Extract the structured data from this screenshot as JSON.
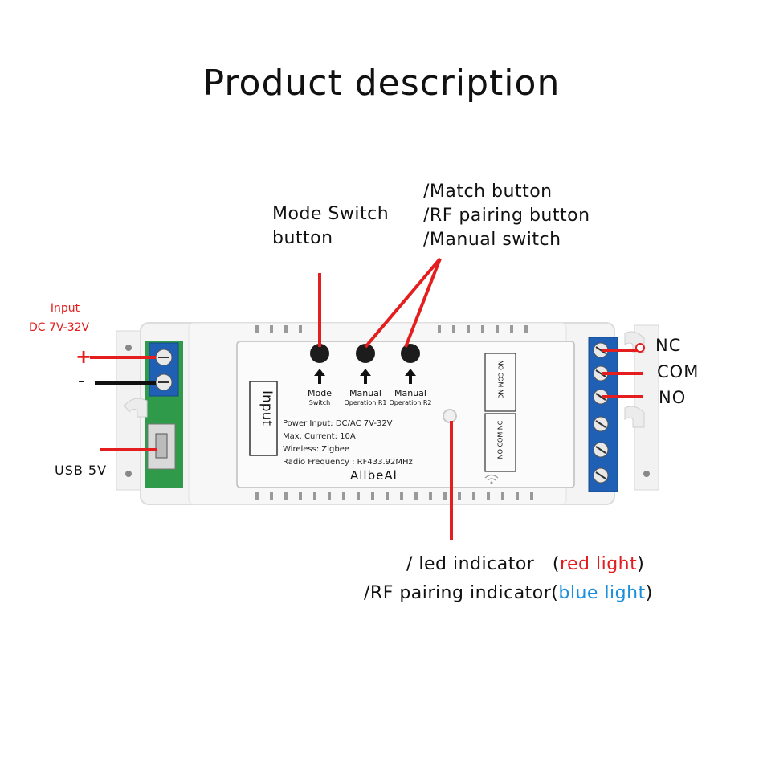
{
  "title": "Product description",
  "labels": {
    "mode_switch": [
      "Mode Switch",
      "button"
    ],
    "match_lines": [
      "/Match button",
      "/RF pairing button",
      "/Manual switch"
    ],
    "input_power": [
      "Input",
      "DC 7V-32V"
    ],
    "plus": "+",
    "minus": "-",
    "usb": "USB 5V",
    "nc": "NC",
    "com": "COM",
    "no": "NO",
    "led_line1_prefix": "/ led indicator　(",
    "led_line1_colored": "red light",
    "led_line1_suffix": ")",
    "led_line2_prefix": "/RF pairing indicator(",
    "led_line2_colored": "blue light",
    "led_line2_suffix": ")"
  },
  "device": {
    "input_label": "Input",
    "buttons": [
      {
        "main": "Mode",
        "sub": "Switch"
      },
      {
        "main": "Manual",
        "sub": "Operation R1"
      },
      {
        "main": "Manual",
        "sub": "Operation R2"
      }
    ],
    "specs": [
      "Power Input:  DC/AC 7V-32V",
      "Max. Current:  10A",
      "Wireless: Zigbee",
      "Radio Frequency : RF433.92MHz"
    ],
    "brand": "AllbeAl",
    "terminal_label_top": "NO COM NC",
    "terminal_label_bottom": "NO COM NC"
  },
  "colors": {
    "callout_red": "#e41e1e",
    "callout_blue": "#1a8fdc",
    "terminal_blue": "#1f5fb4",
    "pcb_green": "#2e9a4a"
  }
}
